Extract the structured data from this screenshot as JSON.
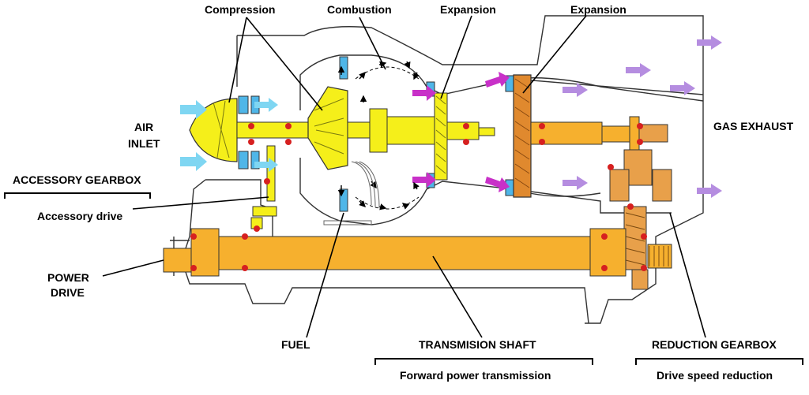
{
  "labels": {
    "compression": "Compression",
    "combustion": "Combustion",
    "expansion_1": "Expansion",
    "expansion_2": "Expansion",
    "air_inlet_line1": "AIR",
    "air_inlet_line2": "INLET",
    "gas_exhaust": "GAS EXHAUST",
    "accessory_gearbox": "ACCESSORY GEARBOX",
    "accessory_drive": "Accessory drive",
    "power_drive_line1": "POWER",
    "power_drive_line2": "DRIVE",
    "fuel": "FUEL",
    "transmission_shaft": "TRANSMISION SHAFT",
    "forward_power_transmission": "Forward power transmission",
    "reduction_gearbox": "REDUCTION GEARBOX",
    "drive_speed_reduction": "Drive speed reduction"
  },
  "colors": {
    "shaft_yellow": "#f5ef1a",
    "shaft_orange": "#f6b02e",
    "gear_orange": "#e8a04a",
    "turbine_orange": "#e0892e",
    "bearing_red": "#d62020",
    "inlet_arrow": "#7fd6f2",
    "compressor_blue": "#4fb6e8",
    "exhaust_arrow": "#b58de0",
    "hot_arrow": "#c830c8",
    "casing_line": "#333333"
  }
}
